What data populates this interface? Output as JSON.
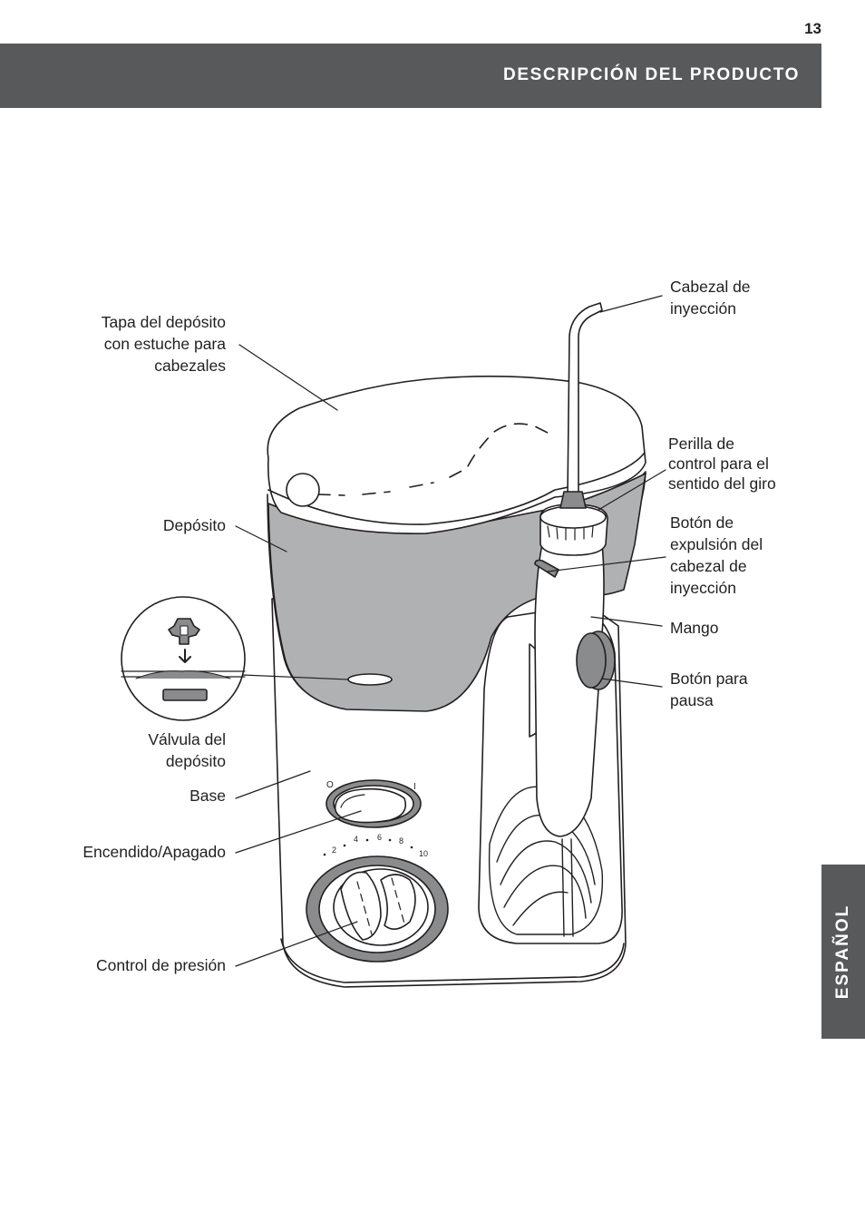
{
  "page": {
    "number": "13"
  },
  "header": {
    "title": "DESCRIPCIÓN DEL PRODUCTO"
  },
  "side_tab": {
    "label": "ESPAÑOL"
  },
  "colors": {
    "bar": "#58595b",
    "reservoir": "#b0b1b3",
    "dark_part": "#8a8b8d"
  },
  "labels": {
    "tapa": "Tapa del depósito\ncon estuche para\ncabezales",
    "deposito": "Depósito",
    "valvula": "Válvula del\ndepósito",
    "base": "Base",
    "encendido": "Encendido/Apagado",
    "control_presion": "Control de presión",
    "cabezal": "Cabezal de\ninyección",
    "perilla": "Perilla de\ncontrol para el\nsentido del giro",
    "boton_expulsion": "Botón de\nexpulsión del\ncabezal de\ninyección",
    "mango": "Mango",
    "boton_pausa": "Botón para\npausa"
  },
  "dial": {
    "switch_off": "O",
    "switch_on": "I",
    "ticks": [
      "2",
      "4",
      "6",
      "8",
      "10"
    ]
  }
}
